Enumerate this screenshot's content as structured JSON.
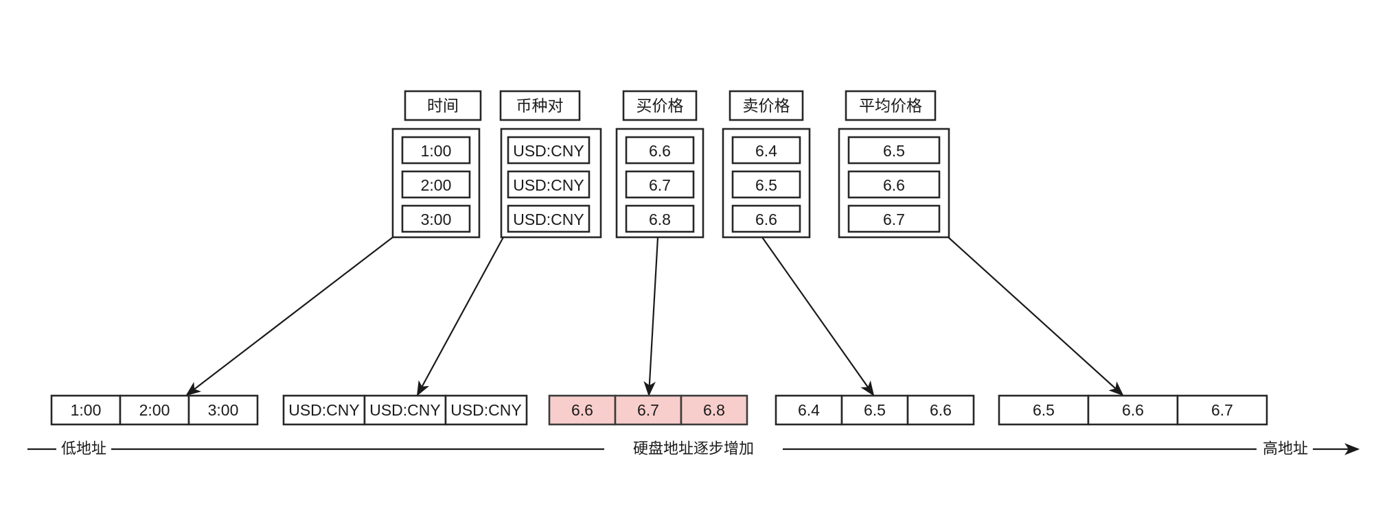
{
  "diagram": {
    "title_bg": "#ffffff",
    "highlight_color": "#f8cecc",
    "stroke_color": "#262626",
    "columns": [
      {
        "header": "时间",
        "values": [
          "1:00",
          "2:00",
          "3:00"
        ],
        "arrow_from": "bottom-left",
        "arrow_target_cell": 1
      },
      {
        "header": "币种对",
        "values": [
          "USD:CNY",
          "USD:CNY",
          "USD:CNY"
        ],
        "arrow_from": "bottom-left",
        "arrow_target_cell": 1
      },
      {
        "header": "买价格",
        "values": [
          "6.6",
          "6.7",
          "6.8"
        ],
        "arrow_from": "bottom-center",
        "arrow_target_cell": 1
      },
      {
        "header": "卖价格",
        "values": [
          "6.4",
          "6.5",
          "6.6"
        ],
        "arrow_from": "bottom-right",
        "arrow_target_cell": 1
      },
      {
        "header": "平均价格",
        "values": [
          "6.5",
          "6.6",
          "6.7"
        ],
        "arrow_from": "bottom-right",
        "arrow_target_cell": 1
      }
    ],
    "disk_groups": [
      {
        "name": "time-block",
        "cells": [
          "1:00",
          "2:00",
          "3:00"
        ],
        "highlighted": false
      },
      {
        "name": "pair-block",
        "cells": [
          "USD:CNY",
          "USD:CNY",
          "USD:CNY"
        ],
        "highlighted": false
      },
      {
        "name": "buy-block",
        "cells": [
          "6.6",
          "6.7",
          "6.8"
        ],
        "highlighted": true
      },
      {
        "name": "sell-block",
        "cells": [
          "6.4",
          "6.5",
          "6.6"
        ],
        "highlighted": false
      },
      {
        "name": "avg-block",
        "cells": [
          "6.5",
          "6.6",
          "6.7"
        ],
        "highlighted": false
      }
    ],
    "axis": {
      "left_label": "低地址",
      "center_label": "硬盘地址逐步增加",
      "right_label": "高地址"
    }
  }
}
